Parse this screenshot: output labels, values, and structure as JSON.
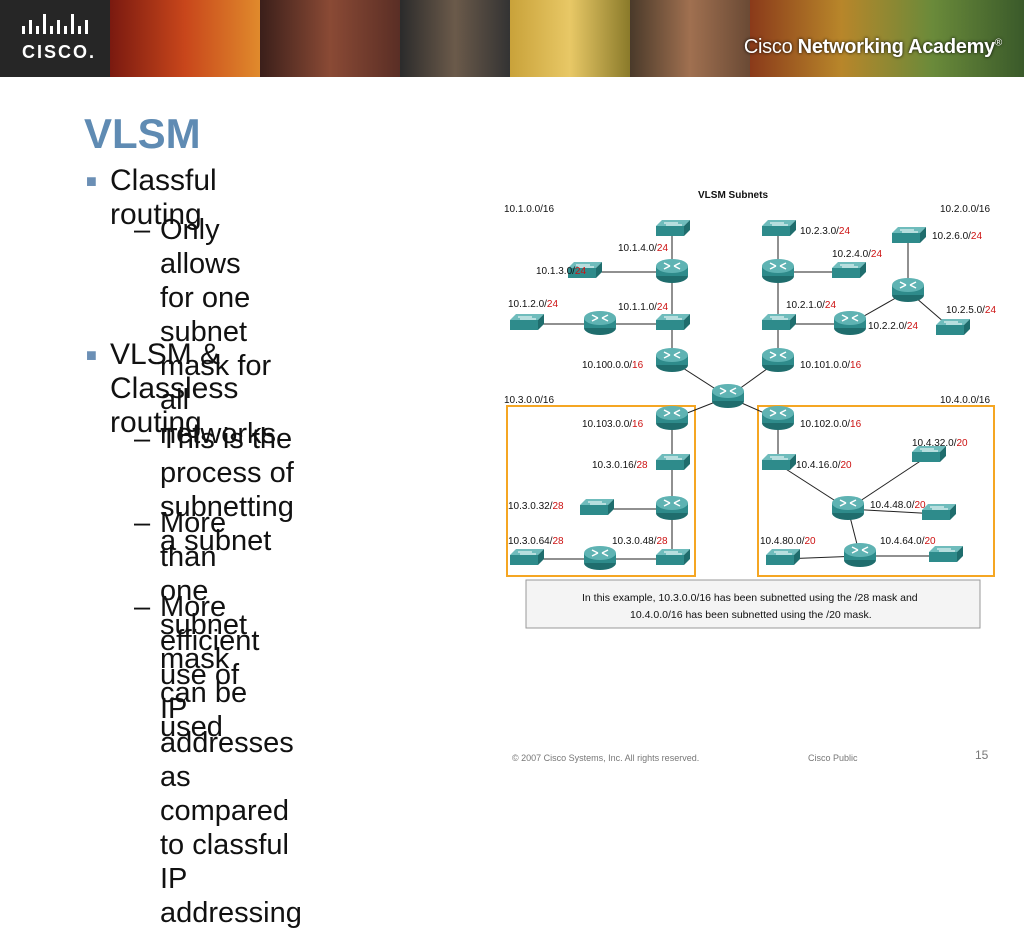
{
  "header": {
    "logo": "CISCO.",
    "brand_pre": "Cisco",
    "brand_bold": "Networking Academy",
    "brand_mark": "®"
  },
  "slide": {
    "title": "VLSM",
    "bullets": [
      {
        "text": "Classful routing",
        "subs": [
          [
            "Only allows for one",
            "subnet mask for all",
            "networks"
          ]
        ]
      },
      {
        "text": [
          "VLSM & Classless",
          "routing"
        ],
        "subs": [
          [
            "This is the process of",
            "subnetting a subnet"
          ],
          [
            "More than one subnet",
            "mask can be used"
          ],
          [
            "More efficient use of",
            "IP addresses as",
            "compared to classful",
            "IP addressing"
          ]
        ]
      }
    ]
  },
  "diagram": {
    "title": "VLSM Subnets",
    "labels": {
      "n1": "10.1.0.0/16",
      "n2": "10.2.0.0/16",
      "n3": "10.3.0.0/16",
      "n4": "10.4.0.0/16",
      "a1": "10.1.4.0/",
      "a2": "10.1.3.0/",
      "a3": "10.1.2.0/",
      "a4": "10.1.1.0/",
      "b1": "10.2.3.0/",
      "b2": "10.2.4.0/",
      "b3": "10.2.6.0/",
      "b4": "10.2.1.0/",
      "b5": "10.2.2.0/",
      "b6": "10.2.5.0/",
      "c1": "10.100.0.0/",
      "c2": "10.101.0.0/",
      "d1": "10.103.0.0/",
      "d2": "10.3.0.16/",
      "d3": "10.3.0.32/",
      "d4": "10.3.0.64/",
      "d5": "10.3.0.48/",
      "e1": "10.102.0.0/",
      "e2": "10.4.16.0/",
      "e3": "10.4.32.0/",
      "e4": "10.4.48.0/",
      "e5": "10.4.80.0/",
      "e6": "10.4.64.0/"
    },
    "mask24": "24",
    "mask16": "16",
    "mask28": "28",
    "mask20": "20",
    "caption_line1": "In this example, 10.3.0.0/16 has been subnetted using the /28 mask and",
    "caption_line2": "10.4.0.0/16 has been subnetted  using the /20 mask."
  },
  "footer": {
    "copyright": "© 2007 Cisco Systems, Inc. All rights reserved.",
    "classification": "Cisco Public",
    "page": "15"
  },
  "colors": {
    "title": "#5f8bb3",
    "mask": "#cc1111",
    "highlight": "#f5a623",
    "device": "#2e8b8b"
  }
}
